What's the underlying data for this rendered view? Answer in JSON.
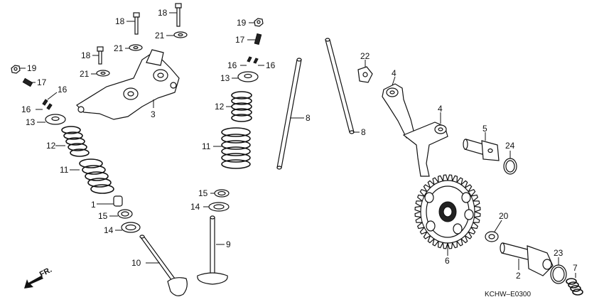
{
  "diagram_code": "KCHW–E0300",
  "direction_label": "FR.",
  "callouts": {
    "bolt_left": "18",
    "washer_left": "21",
    "bolt_a": "18",
    "bolt_b": "18",
    "washer_a": "21",
    "washer_b": "21",
    "rocker_arm": "3",
    "nut_left": "19",
    "adjuster_left": "17",
    "cotter_left_a": "16",
    "cotter_left_b": "16",
    "retainer_left": "13",
    "inner_spring_left": "12",
    "outer_spring_left": "11",
    "stem_seal": "1",
    "seat_upper_left": "15",
    "seat_lower_left": "14",
    "valve_left": "10",
    "nut_right": "19",
    "adjuster_right": "17",
    "cotter_right_a": "16",
    "cotter_right_b": "16",
    "retainer_right": "13",
    "inner_spring_right": "12",
    "outer_spring_right": "11",
    "seat_upper_right": "15",
    "seat_lower_right": "14",
    "valve_right": "9",
    "pushrod_a": "8",
    "pushrod_b": "8",
    "clip": "22",
    "cam_follower_a": "4",
    "cam_follower_b": "4",
    "follower_shaft": "5",
    "oring_shaft": "24",
    "camshaft_gear": "6",
    "washer_gear": "20",
    "camshaft": "2",
    "oring_cam": "23",
    "spring_small": "7"
  }
}
